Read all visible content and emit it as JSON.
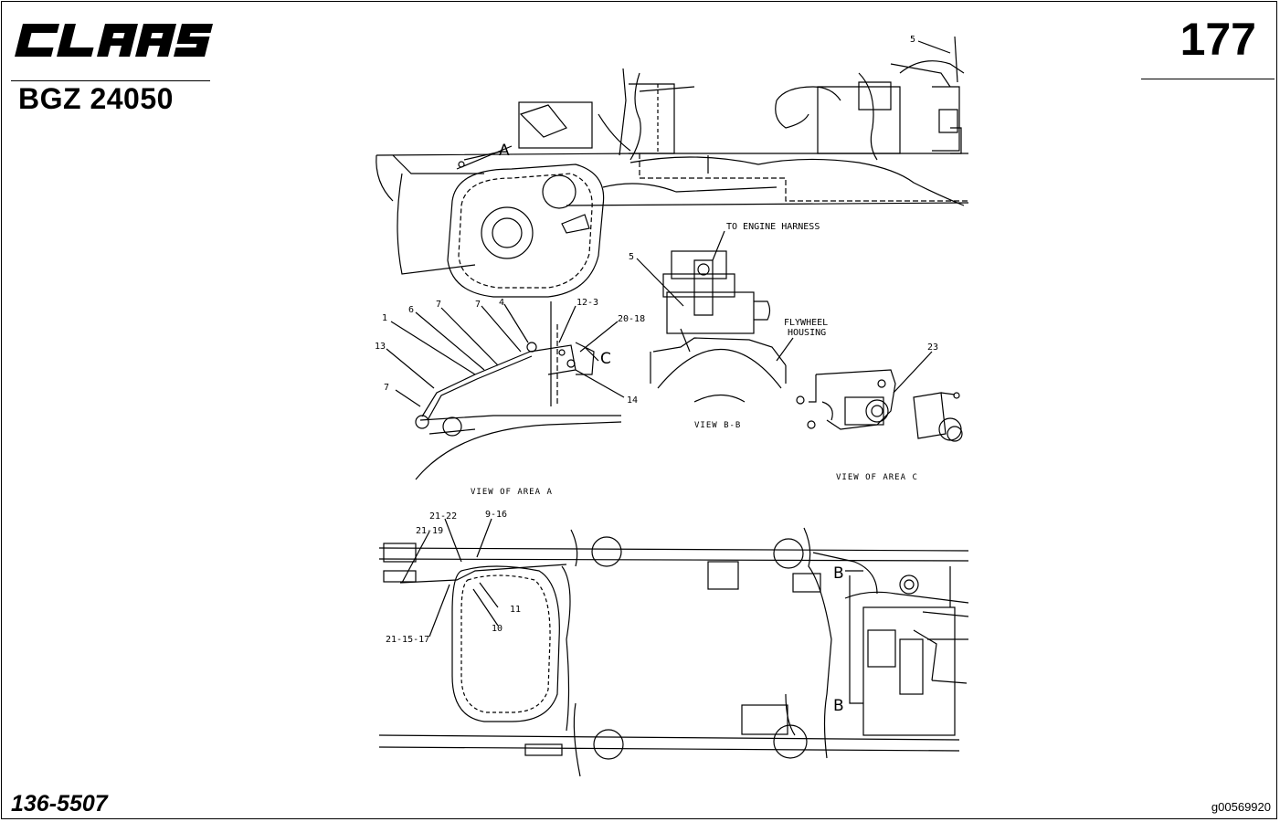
{
  "header": {
    "brand": "CLAAS",
    "doc_code": "BGZ 24050",
    "page_number": "177"
  },
  "footer": {
    "part_number": "136-5507",
    "image_id": "g00569920"
  },
  "callouts": {
    "top_5": "5",
    "view_a_marker": "A",
    "bb_5": "5",
    "c1": "1",
    "c6": "6",
    "c7a": "7",
    "c7b": "7",
    "c4": "4",
    "c12_3": "12-3",
    "c20_18": "20-18",
    "c13": "13",
    "c7c": "7",
    "c14": "14",
    "view_c_marker": "C",
    "c23": "23",
    "c21_22": "21-22",
    "c9_16": "9-16",
    "c21_19": "21-19",
    "c11": "11",
    "c10": "10",
    "c21_15_17": "21-15-17",
    "b_top": "B",
    "b_bottom": "B"
  },
  "notes": {
    "to_engine_harness": "TO ENGINE HARNESS",
    "flywheel_1": "FLYWHEEL",
    "flywheel_2": "HOUSING"
  },
  "captions": {
    "view_bb": "VIEW B-B",
    "view_area_a": "VIEW OF AREA A",
    "view_area_c": "VIEW OF AREA C"
  }
}
